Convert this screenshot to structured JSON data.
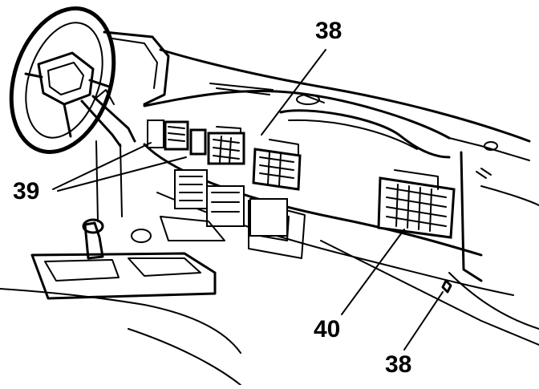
{
  "callouts": {
    "upper_38": "38",
    "left_39": "39",
    "lower_40": "40",
    "lower_38": "38"
  }
}
